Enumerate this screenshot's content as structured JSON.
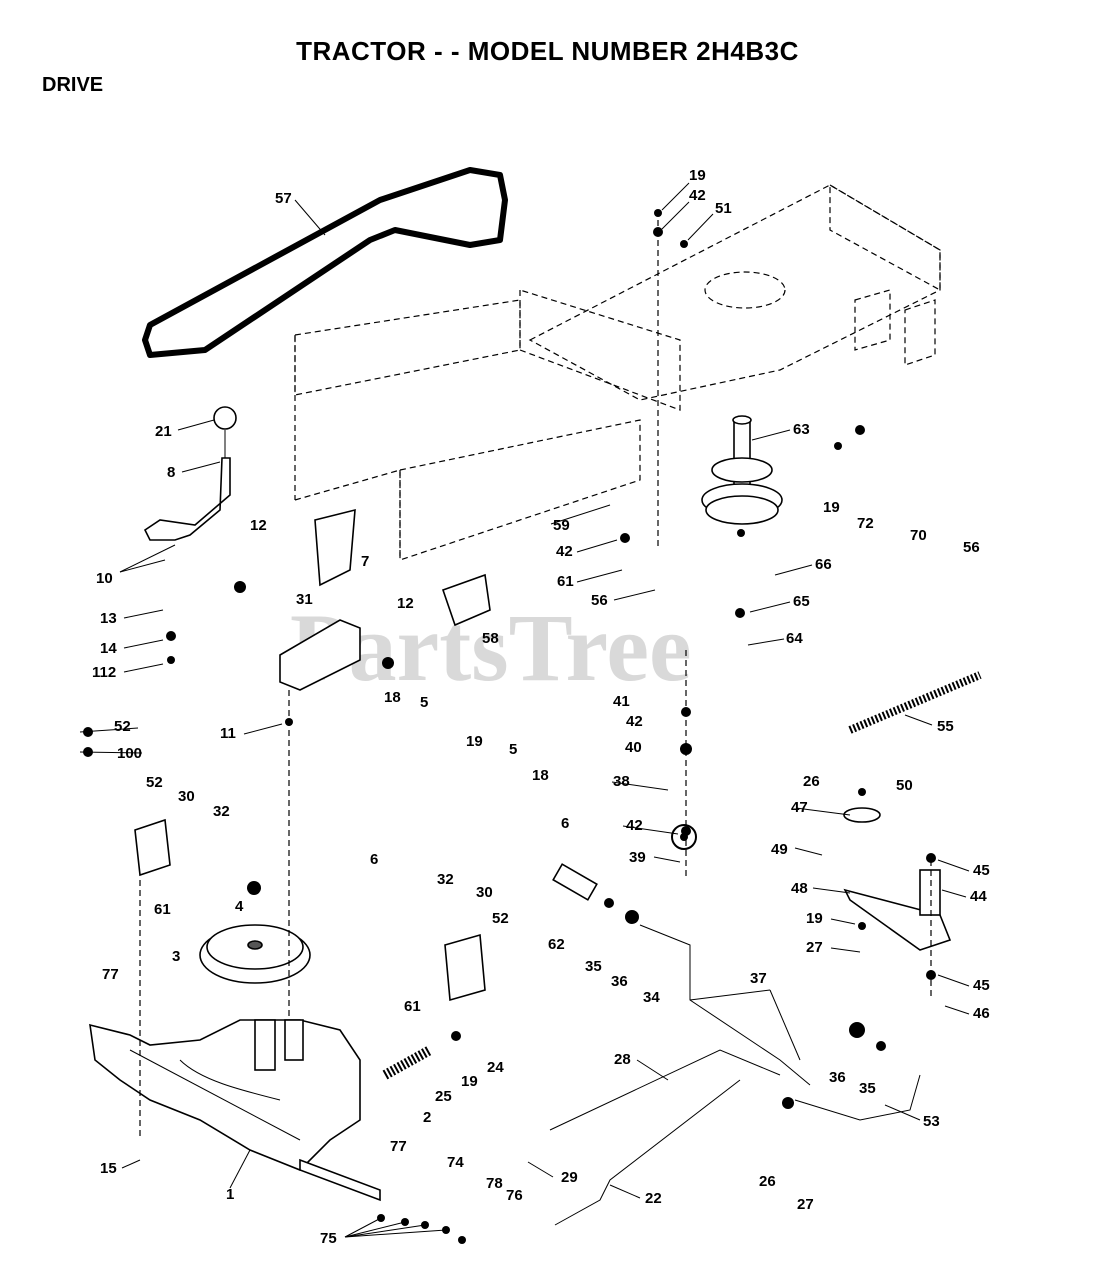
{
  "header": {
    "title": "TRACTOR - - MODEL NUMBER 2H4B3C",
    "section": "DRIVE"
  },
  "watermark": "PartsTree",
  "callouts": [
    {
      "id": "57"
    },
    {
      "id": "19"
    },
    {
      "id": "42"
    },
    {
      "id": "51"
    },
    {
      "id": "21"
    },
    {
      "id": "8"
    },
    {
      "id": "63"
    },
    {
      "id": "19"
    },
    {
      "id": "72"
    },
    {
      "id": "70"
    },
    {
      "id": "56"
    },
    {
      "id": "59"
    },
    {
      "id": "42"
    },
    {
      "id": "61"
    },
    {
      "id": "66"
    },
    {
      "id": "56"
    },
    {
      "id": "65"
    },
    {
      "id": "64"
    },
    {
      "id": "10"
    },
    {
      "id": "12"
    },
    {
      "id": "31"
    },
    {
      "id": "7"
    },
    {
      "id": "12"
    },
    {
      "id": "13"
    },
    {
      "id": "14"
    },
    {
      "id": "112"
    },
    {
      "id": "58"
    },
    {
      "id": "41"
    },
    {
      "id": "42"
    },
    {
      "id": "55"
    },
    {
      "id": "52"
    },
    {
      "id": "100"
    },
    {
      "id": "11"
    },
    {
      "id": "18"
    },
    {
      "id": "5"
    },
    {
      "id": "19"
    },
    {
      "id": "5"
    },
    {
      "id": "18"
    },
    {
      "id": "6"
    },
    {
      "id": "6"
    },
    {
      "id": "40"
    },
    {
      "id": "38"
    },
    {
      "id": "42"
    },
    {
      "id": "39"
    },
    {
      "id": "26"
    },
    {
      "id": "50"
    },
    {
      "id": "47"
    },
    {
      "id": "52"
    },
    {
      "id": "30"
    },
    {
      "id": "32"
    },
    {
      "id": "61"
    },
    {
      "id": "4"
    },
    {
      "id": "3"
    },
    {
      "id": "32"
    },
    {
      "id": "30"
    },
    {
      "id": "52"
    },
    {
      "id": "61"
    },
    {
      "id": "62"
    },
    {
      "id": "35"
    },
    {
      "id": "36"
    },
    {
      "id": "34"
    },
    {
      "id": "49"
    },
    {
      "id": "48"
    },
    {
      "id": "19"
    },
    {
      "id": "27"
    },
    {
      "id": "45"
    },
    {
      "id": "44"
    },
    {
      "id": "45"
    },
    {
      "id": "46"
    },
    {
      "id": "77"
    },
    {
      "id": "37"
    },
    {
      "id": "28"
    },
    {
      "id": "36"
    },
    {
      "id": "35"
    },
    {
      "id": "24"
    },
    {
      "id": "25"
    },
    {
      "id": "19"
    },
    {
      "id": "2"
    },
    {
      "id": "53"
    },
    {
      "id": "15"
    },
    {
      "id": "1"
    },
    {
      "id": "77"
    },
    {
      "id": "29"
    },
    {
      "id": "74"
    },
    {
      "id": "78"
    },
    {
      "id": "76"
    },
    {
      "id": "22"
    },
    {
      "id": "26"
    },
    {
      "id": "27"
    },
    {
      "id": "75"
    }
  ]
}
